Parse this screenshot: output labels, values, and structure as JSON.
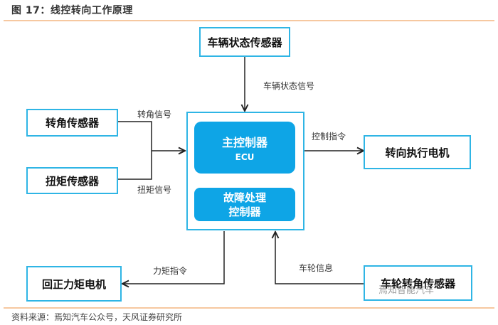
{
  "figure": {
    "title": "图 17：线控转向工作原理",
    "source": "资料来源：焉知汽车公众号，天风证券研究所"
  },
  "nodes": {
    "vehicle_state_sensor": "车辆状态传感器",
    "steering_angle_sensor": "转角传感器",
    "torque_sensor": "扭矩传感器",
    "main_controller": {
      "line1": "主控制器",
      "line2": "ECU"
    },
    "fault_controller": {
      "line1": "故障处理",
      "line2": "控制器"
    },
    "steering_motor": "转向执行电机",
    "return_torque_motor": "回正力矩电机",
    "wheel_angle_sensor": "车轮转角传感器"
  },
  "edges": {
    "vehicle_state_signal": "车辆状态信号",
    "angle_signal": "转角信号",
    "torque_signal": "扭矩信号",
    "control_command": "控制指令",
    "torque_command": "力矩指令",
    "wheel_info": "车轮信息"
  },
  "watermark": "焉知智能汽车",
  "colors": {
    "accent": "#0ea5e6",
    "border": "#2fb5e5",
    "rule": "#f6c8a0"
  }
}
